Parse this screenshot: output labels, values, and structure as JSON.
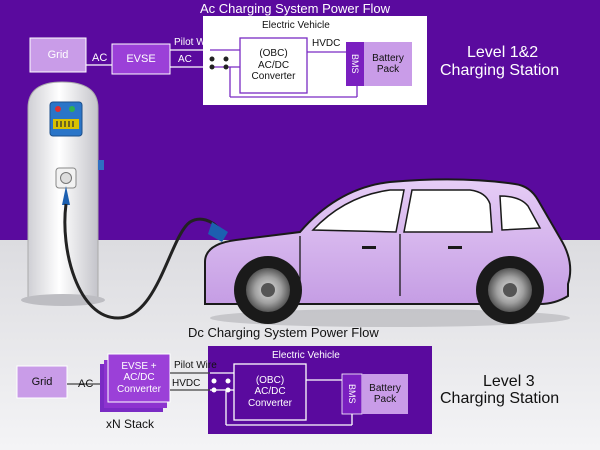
{
  "colors": {
    "purple": "#5a0a9e",
    "dark_purple": "#4a0a8a",
    "box_lavender": "#c99ce8",
    "box_purple": "#9b40d8",
    "car_body": "#d8b8f0",
    "white": "#ffffff",
    "ground": "#e6e6e8"
  },
  "ac": {
    "title": "Ac Charging System Power Flow",
    "grid": "Grid",
    "ac_left": "AC",
    "evse": "EVSE",
    "pilot_wire": "Pilot Wire",
    "ac_right": "AC",
    "ev_title": "Electric Vehicle",
    "obc": "(OBC)\nAC/DC\nConverter",
    "hvdc": "HVDC",
    "bms": "BMS",
    "battery": "Battery\nPack",
    "station_line1": "Level 1&2",
    "station_line2": "Charging Station"
  },
  "dc": {
    "title": "Dc Charging System Power Flow",
    "grid": "Grid",
    "ac": "AC",
    "evse": "EVSE +\nAC/DC\nConverter",
    "stack": "xN Stack",
    "pilot_wire": "Pilot Wire",
    "hvdc": "HVDC",
    "ev_title": "Electric Vehicle",
    "obc": "(OBC)\nAC/DC\nConverter",
    "bms": "BMS",
    "battery": "Battery\nPack",
    "station_line1": "Level 3",
    "station_line2": "Charging Station"
  }
}
